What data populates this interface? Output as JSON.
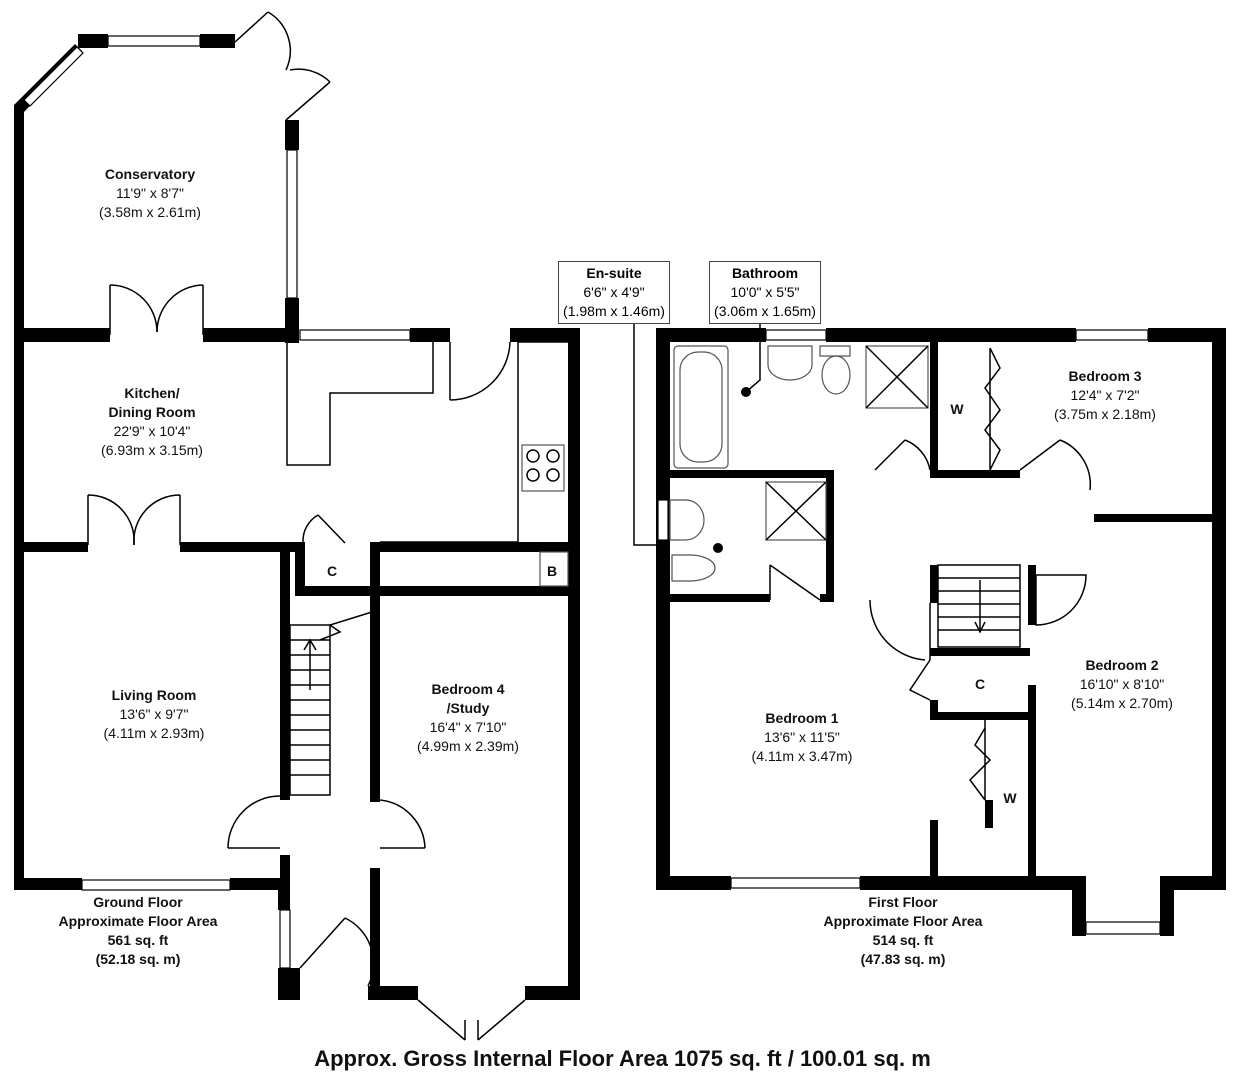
{
  "rooms": {
    "conservatory": {
      "name": "Conservatory",
      "size_imperial": "11'9\" x 8'7\"",
      "size_metric": "(3.58m x 2.61m)"
    },
    "kitchen": {
      "name_line1": "Kitchen/",
      "name_line2": "Dining Room",
      "size_imperial": "22'9\" x 10'4\"",
      "size_metric": "(6.93m x 3.15m)"
    },
    "living": {
      "name": "Living Room",
      "size_imperial": "13'6\" x 9'7\"",
      "size_metric": "(4.11m x 2.93m)"
    },
    "bedroom4": {
      "name_line1": "Bedroom 4",
      "name_line2": "/Study",
      "size_imperial": "16'4\" x 7'10\"",
      "size_metric": "(4.99m x 2.39m)"
    },
    "ensuite": {
      "name": "En-suite",
      "size_imperial": "6'6\" x 4'9\"",
      "size_metric": "(1.98m x 1.46m)"
    },
    "bathroom": {
      "name": "Bathroom",
      "size_imperial": "10'0\" x 5'5\"",
      "size_metric": "(3.06m x 1.65m)"
    },
    "bedroom3": {
      "name": "Bedroom 3",
      "size_imperial": "12'4\" x 7'2\"",
      "size_metric": "(3.75m x 2.18m)"
    },
    "bedroom2": {
      "name": "Bedroom 2",
      "size_imperial": "16'10\" x 8'10\"",
      "size_metric": "(5.14m x 2.70m)"
    },
    "bedroom1": {
      "name": "Bedroom 1",
      "size_imperial": "13'6\" x 11'5\"",
      "size_metric": "(4.11m x 3.47m)"
    }
  },
  "tags": {
    "ground_cupboard": "C",
    "boiler": "B",
    "first_cupboard": "C",
    "wardrobe_bed3": "W",
    "wardrobe_bed1": "W"
  },
  "floors": {
    "ground": {
      "line1": "Ground Floor",
      "line2": "Approximate Floor Area",
      "sqft": "561 sq. ft",
      "sqm": "(52.18 sq. m)"
    },
    "first": {
      "line1": "First Floor",
      "line2": "Approximate Floor Area",
      "sqft": "514 sq. ft",
      "sqm": "(47.83 sq. m)"
    }
  },
  "gross_area": "Approx. Gross Internal Floor Area 1075 sq. ft / 100.01 sq. m"
}
